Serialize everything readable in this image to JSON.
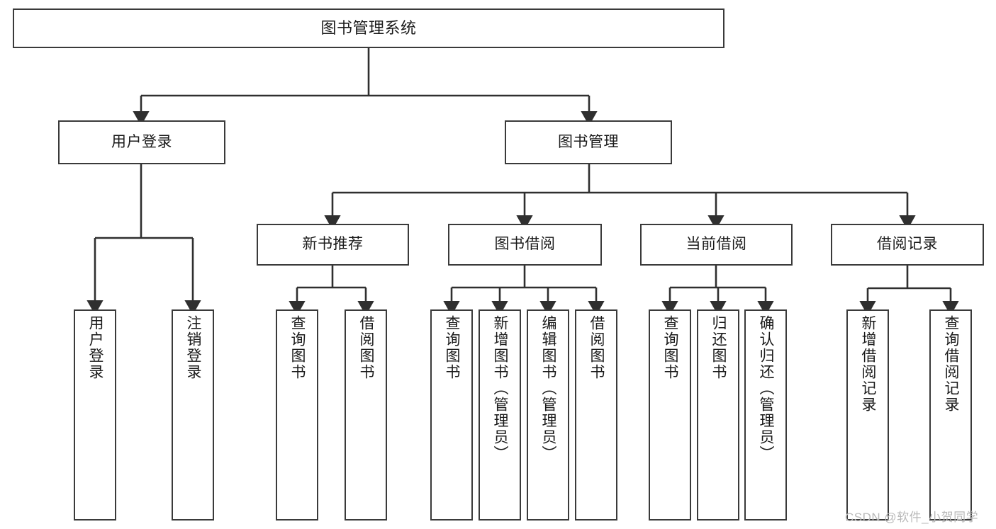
{
  "diagram": {
    "title": "图书管理系统",
    "type": "tree-hierarchy-chart",
    "levels": {
      "root": {
        "label": "图书管理系统"
      },
      "level2": [
        {
          "id": "user-login",
          "label": "用户登录"
        },
        {
          "id": "book-management",
          "label": "图书管理"
        }
      ],
      "level3": [
        {
          "id": "new-book-recommend",
          "label": "新书推荐",
          "parent": "book-management"
        },
        {
          "id": "book-borrow",
          "label": "图书借阅",
          "parent": "book-management"
        },
        {
          "id": "current-borrow",
          "label": "当前借阅",
          "parent": "book-management"
        },
        {
          "id": "borrow-record",
          "label": "借阅记录",
          "parent": "book-management"
        }
      ],
      "leaves": [
        {
          "id": "leaf-user-login",
          "label": "用户登录",
          "parent": "user-login"
        },
        {
          "id": "leaf-user-logout",
          "label": "注销登录",
          "parent": "user-login"
        },
        {
          "id": "leaf-query-book-1",
          "label": "查询图书",
          "parent": "new-book-recommend"
        },
        {
          "id": "leaf-borrow-book-1",
          "label": "借阅图书",
          "parent": "new-book-recommend"
        },
        {
          "id": "leaf-query-book-2",
          "label": "查询图书",
          "parent": "book-borrow"
        },
        {
          "id": "leaf-add-book",
          "label": "新增图书（管理员）",
          "parent": "book-borrow"
        },
        {
          "id": "leaf-edit-book",
          "label": "编辑图书（管理员）",
          "parent": "book-borrow"
        },
        {
          "id": "leaf-borrow-book-2",
          "label": "借阅图书",
          "parent": "book-borrow"
        },
        {
          "id": "leaf-query-book-3",
          "label": "查询图书",
          "parent": "current-borrow"
        },
        {
          "id": "leaf-return-book",
          "label": "归还图书",
          "parent": "current-borrow"
        },
        {
          "id": "leaf-confirm-return",
          "label": "确认归还（管理员）",
          "parent": "current-borrow"
        },
        {
          "id": "leaf-add-record",
          "label": "新增借阅记录",
          "parent": "borrow-record"
        },
        {
          "id": "leaf-query-record",
          "label": "查询借阅记录",
          "parent": "borrow-record"
        }
      ]
    },
    "colors": {
      "stroke": "#3a3a3a",
      "fill": "#ffffff",
      "text": "#1a1a1a",
      "watermark": "#b9b9b9"
    }
  },
  "watermark": {
    "text": "CSDN @软件_小贺同学"
  }
}
